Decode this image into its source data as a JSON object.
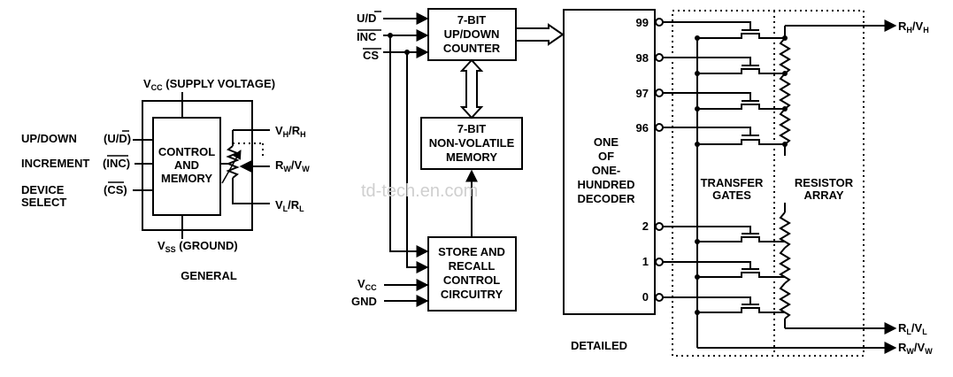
{
  "general": {
    "vcc": "V",
    "vcc_sub": "CC",
    "vcc_suffix": " (SUPPLY VOLTAGE)",
    "vss": "V",
    "vss_sub": "SS",
    "vss_suffix": " (GROUND)",
    "updown": "UP/DOWN",
    "updown_pin": "(U/D)",
    "increment": "INCREMENT",
    "increment_pin": "(INC)",
    "device1": "DEVICE",
    "device2": "SELECT",
    "device_pin": "(CS)",
    "control1": "CONTROL",
    "control2": "AND",
    "control3": "MEMORY",
    "vh": "V",
    "vh_sub": "H",
    "vh_rest": "/R",
    "vh_rest_sub": "H",
    "rw": "R",
    "rw_sub": "W",
    "rw_rest": "/V",
    "rw_rest_sub": "W",
    "vl": "V",
    "vl_sub": "L",
    "vl_rest": "/R",
    "vl_rest_sub": "L",
    "caption": "GENERAL"
  },
  "detailed": {
    "ud": "U/D",
    "inc": "INC",
    "cs": "CS",
    "vcc": "V",
    "vcc_sub": "CC",
    "gnd": "GND",
    "counter": [
      "7-BIT",
      "UP/DOWN",
      "COUNTER"
    ],
    "nvm": [
      "7-BIT",
      "NON-VOLATILE",
      "MEMORY"
    ],
    "store": [
      "STORE AND",
      "RECALL",
      "CONTROL",
      "CIRCUITRY"
    ],
    "decoder": [
      "ONE",
      "OF",
      "ONE-",
      "HUNDRED",
      "DECODER"
    ],
    "taps_top": [
      "99",
      "98",
      "97",
      "96"
    ],
    "taps_bottom": [
      "2",
      "1",
      "0"
    ],
    "transfer": [
      "TRANSFER",
      "GATES"
    ],
    "resistor": [
      "RESISTOR",
      "ARRAY"
    ],
    "rh": "R",
    "rh_sub": "H",
    "rh_rest": "/V",
    "rh_rest_sub": "H",
    "rl": "R",
    "rl_sub": "L",
    "rl_rest": "/V",
    "rl_rest_sub": "L",
    "rw": "R",
    "rw_sub": "W",
    "rw_rest": "/V",
    "rw_rest_sub": "W",
    "caption": "DETAILED"
  },
  "watermark": "td-tech.en.com"
}
